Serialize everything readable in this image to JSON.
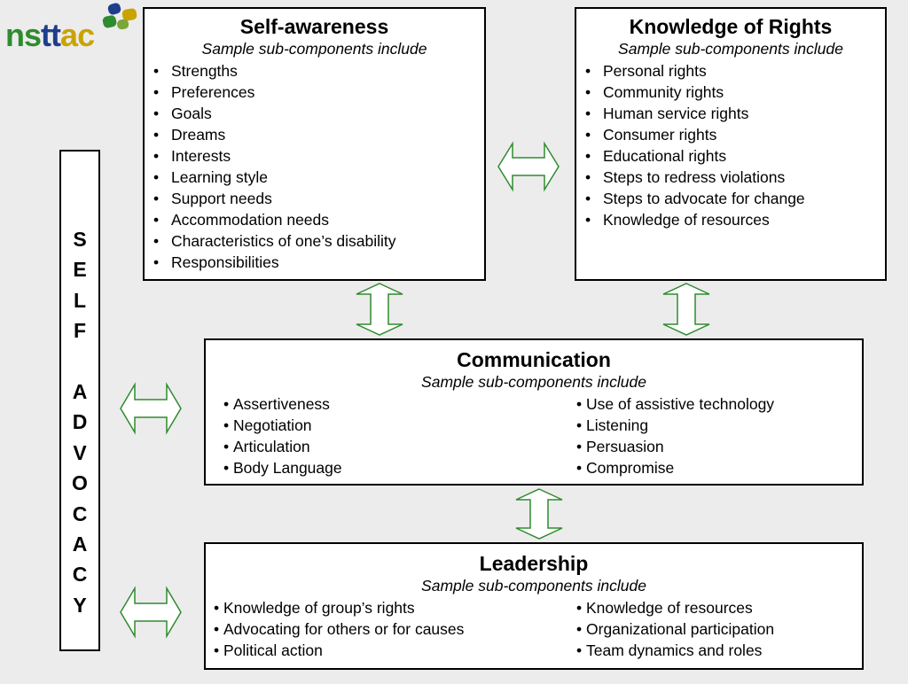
{
  "logo": {
    "letters": [
      {
        "text": "n",
        "tone": "green"
      },
      {
        "text": "s",
        "tone": "green"
      },
      {
        "text": "t",
        "tone": "blue"
      },
      {
        "text": "t",
        "tone": "blue"
      },
      {
        "text": "a",
        "tone": "gold"
      },
      {
        "text": "c",
        "tone": "gold"
      }
    ]
  },
  "colors": {
    "arrow_stroke": "#2e8b2e",
    "logo_green": "#2e8b2e",
    "logo_blue": "#1f3d8c",
    "logo_gold": "#c9a400"
  },
  "self_awareness": {
    "title": "Self-awareness",
    "subtitle": "Sample sub-components include",
    "items": [
      "Strengths",
      "Preferences",
      "Goals",
      "Dreams",
      "Interests",
      "Learning style",
      "Support needs",
      "Accommodation needs",
      "Characteristics of one’s disability",
      "Responsibilities"
    ]
  },
  "knowledge_of_rights": {
    "title": "Knowledge of Rights",
    "subtitle": "Sample sub-components include",
    "items": [
      "Personal rights",
      "Community rights",
      "Human service rights",
      "Consumer rights",
      "Educational rights",
      "Steps to redress violations",
      "Steps to advocate for change",
      "Knowledge of resources"
    ]
  },
  "communication": {
    "title": "Communication",
    "subtitle": "Sample sub-components include",
    "left_items": [
      "Assertiveness",
      "Negotiation",
      "Articulation",
      "Body Language"
    ],
    "right_items": [
      "Use of assistive technology",
      "Listening",
      "Persuasion",
      "Compromise"
    ]
  },
  "leadership": {
    "title": "Leadership",
    "subtitle": "Sample sub-components include",
    "left_items": [
      "Knowledge of group’s rights",
      "Advocating for others or for causes",
      "Political action"
    ],
    "right_items": [
      "Knowledge of resources",
      "Organizational participation",
      "Team dynamics and roles"
    ]
  },
  "self_advocacy": {
    "letters": [
      "S",
      "E",
      "L",
      "F",
      "",
      "A",
      "D",
      "V",
      "O",
      "C",
      "A",
      "C",
      "Y"
    ]
  }
}
